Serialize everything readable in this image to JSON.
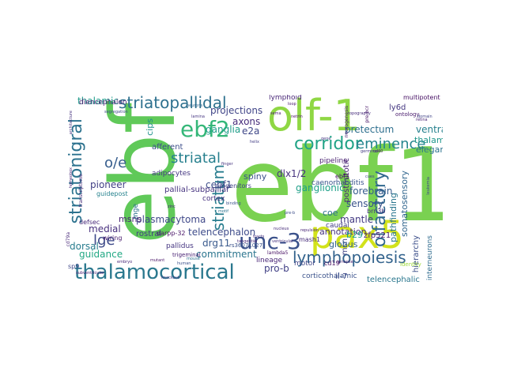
{
  "words": [
    {
      "id": "ebf1",
      "text": "ebf1",
      "color": "#7ad151",
      "vertical": false
    },
    {
      "id": "ebf",
      "text": "ebf",
      "color": "#60c959",
      "vertical": true
    },
    {
      "id": "olf-1",
      "text": "olf-1",
      "color": "#8fd744",
      "vertical": false
    },
    {
      "id": "pax5",
      "text": "pax5",
      "color": "#d2e21b",
      "vertical": false
    },
    {
      "id": "ebf2",
      "text": "ebf2",
      "color": "#35b779",
      "vertical": false
    },
    {
      "id": "thalamocortical",
      "text": "thalamocortical",
      "color": "#2a788e",
      "vertical": false
    },
    {
      "id": "striatopallidal",
      "text": "striatopallidal",
      "color": "#2d708e",
      "vertical": false
    },
    {
      "id": "unc-3",
      "text": "unc-3",
      "color": "#3b528b",
      "vertical": false
    },
    {
      "id": "lymphopoiesis",
      "text": "lymphopoiesis",
      "color": "#33638d",
      "vertical": false
    },
    {
      "id": "corridor",
      "text": "corridor",
      "color": "#20a386",
      "vertical": false
    },
    {
      "id": "eminence",
      "text": "eminence",
      "color": "#25858e",
      "vertical": false
    },
    {
      "id": "striatonigral",
      "text": "striatonigral",
      "color": "#2c728e",
      "vertical": true
    },
    {
      "id": "striatal",
      "text": "striatal",
      "color": "#27808e",
      "vertical": false
    },
    {
      "id": "o-e",
      "text": "o/e",
      "color": "#365d8d",
      "vertical": false
    },
    {
      "id": "striatum",
      "text": "striatum",
      "color": "#287d8e",
      "vertical": true
    },
    {
      "id": "olfactory",
      "text": "olfactory",
      "color": "#31688e",
      "vertical": true
    },
    {
      "id": "lge",
      "text": "lge",
      "color": "#3e4a89",
      "vertical": false
    },
    {
      "id": "projections",
      "text": "projections",
      "color": "#404588",
      "vertical": false
    },
    {
      "id": "axons",
      "text": "axons",
      "color": "#472d7b",
      "vertical": false
    },
    {
      "id": "e2a",
      "text": "e2a",
      "color": "#3f4788",
      "vertical": false
    },
    {
      "id": "ganglia",
      "text": "ganglia",
      "color": "#1f9e89",
      "vertical": false
    },
    {
      "id": "pretectum",
      "text": "pretectum",
      "color": "#2e6f8e",
      "vertical": false
    },
    {
      "id": "thalamic",
      "text": "thalamic",
      "color": "#1f9a8a",
      "vertical": false
    },
    {
      "id": "ventral",
      "text": "ventral",
      "color": "#26818e",
      "vertical": false
    },
    {
      "id": "thalamus",
      "text": "thalamus",
      "color": "#1f968b",
      "vertical": false
    },
    {
      "id": "elegans",
      "text": "elegans",
      "color": "#2c738e",
      "vertical": false
    },
    {
      "id": "spiny",
      "text": "spiny",
      "color": "#3b518b",
      "vertical": false
    },
    {
      "id": "pioneer",
      "text": "pioneer",
      "color": "#424086",
      "vertical": false
    },
    {
      "id": "cebf1",
      "text": "cebf1",
      "color": "#3d4e8a",
      "vertical": false
    },
    {
      "id": "dlx1-2",
      "text": "dlx1/2",
      "color": "#46327e",
      "vertical": false
    },
    {
      "id": "ganglionic",
      "text": "ganglionic",
      "color": "#1fa088",
      "vertical": false
    },
    {
      "id": "sensory",
      "text": "sensory",
      "color": "#3a538b",
      "vertical": false
    },
    {
      "id": "pathfinding",
      "text": "pathfinding",
      "color": "#2a768e",
      "vertical": true
    },
    {
      "id": "somatosensory",
      "text": "somatosensory",
      "color": "#31668e",
      "vertical": true
    },
    {
      "id": "forebrain",
      "text": "forebrain",
      "color": "#365c8d",
      "vertical": false
    },
    {
      "id": "mantle",
      "text": "mantle",
      "color": "#443a83",
      "vertical": false
    },
    {
      "id": "postmitotic",
      "text": "postmitotic",
      "color": "#482475",
      "vertical": true
    },
    {
      "id": "annotation",
      "text": "annotation",
      "color": "#46327e",
      "vertical": false
    },
    {
      "id": "msn",
      "text": "msn",
      "color": "#404588",
      "vertical": true
    },
    {
      "id": "coe",
      "text": "coe",
      "color": "#2d708e",
      "vertical": false
    },
    {
      "id": "b29",
      "text": "b29",
      "color": "#1fa187",
      "vertical": false
    },
    {
      "id": "zfp521",
      "text": "zfp521",
      "color": "#481d6f",
      "vertical": false
    },
    {
      "id": "ly6d",
      "text": "ly6d",
      "color": "#453781",
      "vertical": false
    },
    {
      "id": "plasmacytoma",
      "text": "plasmacytoma",
      "color": "#3f4889",
      "vertical": false
    },
    {
      "id": "medial",
      "text": "medial",
      "color": "#472f7d",
      "vertical": false
    },
    {
      "id": "msns",
      "text": "msns",
      "color": "#482374",
      "vertical": false
    },
    {
      "id": "guidance",
      "text": "guidance",
      "color": "#22a884",
      "vertical": false
    },
    {
      "id": "commitment",
      "text": "commitment",
      "color": "#2b758e",
      "vertical": false
    },
    {
      "id": "drg11",
      "text": "drg11",
      "color": "#38598c",
      "vertical": false
    },
    {
      "id": "telencephalon",
      "text": "telencephalon",
      "color": "#3e4c8a",
      "vertical": false
    },
    {
      "id": "pro-b",
      "text": "pro-b",
      "color": "#424186",
      "vertical": false
    },
    {
      "id": "globus",
      "text": "globus",
      "color": "#32648e",
      "vertical": false
    },
    {
      "id": "telencephalic",
      "text": "telencephalic",
      "color": "#2a778e",
      "vertical": false
    },
    {
      "id": "il-7",
      "text": "il-7",
      "color": "#3e4989",
      "vertical": false
    },
    {
      "id": "mge",
      "text": "mge",
      "color": "#2c728e",
      "vertical": true
    },
    {
      "id": "cips",
      "text": "cips",
      "color": "#20928c",
      "vertical": true
    },
    {
      "id": "dorsal",
      "text": "dorsal",
      "color": "#287c8e",
      "vertical": false
    },
    {
      "id": "afferent",
      "text": "afferent",
      "color": "#3d4e8a",
      "vertical": false
    },
    {
      "id": "adipocytes",
      "text": "adipocytes",
      "color": "#453882",
      "vertical": false
    },
    {
      "id": "pallial-subpallial",
      "text": "pallial-subpallial",
      "color": "#46337f",
      "vertical": false
    },
    {
      "id": "caudal",
      "text": "caudal",
      "color": "#433e85",
      "vertical": false
    },
    {
      "id": "pipeline",
      "text": "pipeline",
      "color": "#481f70",
      "vertical": false
    },
    {
      "id": "caenorhabditis",
      "text": "caenorhabditis",
      "color": "#3a548c",
      "vertical": false
    },
    {
      "id": "motor",
      "text": "motor",
      "color": "#404688",
      "vertical": false
    },
    {
      "id": "mash1",
      "text": "mash1",
      "color": "#472c7a",
      "vertical": false
    },
    {
      "id": "lineage",
      "text": "lineage",
      "color": "#482576",
      "vertical": false
    },
    {
      "id": "cd19",
      "text": "cd19",
      "color": "#471063",
      "vertical": false
    },
    {
      "id": "corticothalamic",
      "text": "corticothalamic",
      "color": "#3b528b",
      "vertical": false
    },
    {
      "id": "hierarchy",
      "text": "hierarchy",
      "color": "#3c4f8a",
      "vertical": true
    },
    {
      "id": "interneurons",
      "text": "interneurons",
      "color": "#2f6b8e",
      "vertical": true
    },
    {
      "id": "lymphoid",
      "text": "lymphoid",
      "color": "#482677",
      "vertical": false
    },
    {
      "id": "diencephalon",
      "text": "diencephalon",
      "color": "#482173",
      "vertical": false
    },
    {
      "id": "progenitors",
      "text": "progenitors",
      "color": "#414487",
      "vertical": false
    },
    {
      "id": "guidepost",
      "text": "guidepost",
      "color": "#26828e",
      "vertical": false
    },
    {
      "id": "defsec",
      "text": "defsec",
      "color": "#482979",
      "vertical": false
    },
    {
      "id": "wiring",
      "text": "wiring",
      "color": "#481b6d",
      "vertical": false
    },
    {
      "id": "rostral",
      "text": "rostral",
      "color": "#433d84",
      "vertical": false
    },
    {
      "id": "darpp-32",
      "text": "darpp-32",
      "color": "#481467",
      "vertical": false
    },
    {
      "id": "pallidus",
      "text": "pallidus",
      "color": "#453581",
      "vertical": false
    },
    {
      "id": "trigeminal",
      "text": "trigeminal",
      "color": "#482173",
      "vertical": false
    },
    {
      "id": "cortex",
      "text": "cortex",
      "color": "#46307e",
      "vertical": false
    },
    {
      "id": "sp9",
      "text": "sp9",
      "color": "#3f4788",
      "vertical": false
    },
    {
      "id": "ebf3",
      "text": "ebf3",
      "color": "#471365",
      "vertical": false
    },
    {
      "id": "identity",
      "text": "identity",
      "color": "#9fda3a",
      "vertical": false
    },
    {
      "id": "rs36071027",
      "text": "rs36071027",
      "color": "#3b528b",
      "vertical": false
    },
    {
      "id": "brn3b",
      "text": "brn3b",
      "color": "#463480",
      "vertical": false
    },
    {
      "id": "multipotent",
      "text": "multipotent",
      "color": "#471164",
      "vertical": false
    },
    {
      "id": "ontology",
      "text": "ontology",
      "color": "#481a6c",
      "vertical": false
    },
    {
      "id": "cd79a",
      "text": "cd79a",
      "color": "#482878",
      "vertical": true
    },
    {
      "id": "pre-bcr",
      "text": "pre-bcr",
      "color": "#481668",
      "vertical": true
    },
    {
      "id": "neurogenesis",
      "text": "neurogenesis",
      "color": "#481c6e",
      "vertical": true
    },
    {
      "id": "transcriptome",
      "text": "transcriptome",
      "color": "#472c7a",
      "vertical": true
    },
    {
      "id": "vertical-sm-1",
      "text": "architecture",
      "color": "#46337f",
      "vertical": true
    },
    {
      "id": "vertical-sm-2",
      "text": "homeobox",
      "color": "#482677",
      "vertical": true
    },
    {
      "id": "vertical-sm-3",
      "text": "leukemia",
      "color": "#3f4889",
      "vertical": true
    },
    {
      "id": "lambda5",
      "text": "lambda5",
      "color": "#471063",
      "vertical": false
    },
    {
      "id": "synapse",
      "text": "synapse",
      "color": "#481f70",
      "vertical": false
    },
    {
      "id": "ventricular",
      "text": "ventricular",
      "color": "#46327e",
      "vertical": false
    },
    {
      "id": "retina",
      "text": "retina",
      "color": "#482475",
      "vertical": false
    },
    {
      "id": "domain",
      "text": "domain",
      "color": "#414487",
      "vertical": false
    },
    {
      "id": "gene",
      "text": "gene",
      "color": "#453882",
      "vertical": false
    },
    {
      "id": "motif",
      "text": "motif",
      "color": "#2c728e",
      "vertical": false
    },
    {
      "id": "binding",
      "text": "binding",
      "color": "#3b528b",
      "vertical": false
    },
    {
      "id": "zinc",
      "text": "zinc",
      "color": "#482677",
      "vertical": false
    },
    {
      "id": "finger",
      "text": "finger",
      "color": "#46337f",
      "vertical": false
    },
    {
      "id": "helix",
      "text": "helix",
      "color": "#433e85",
      "vertical": false
    },
    {
      "id": "loop",
      "text": "loop",
      "color": "#481a6c",
      "vertical": false
    },
    {
      "id": "topography",
      "text": "topography",
      "color": "#472d7b",
      "vertical": false
    },
    {
      "id": "segregation",
      "text": "segregation",
      "color": "#3e4a89",
      "vertical": false
    },
    {
      "id": "lamina",
      "text": "lamina",
      "color": "#453581",
      "vertical": false
    },
    {
      "id": "neurons",
      "text": "neurons",
      "color": "#31688e",
      "vertical": false
    },
    {
      "id": "subventricular",
      "text": "subventricular",
      "color": "#482173",
      "vertical": false
    },
    {
      "id": "pre-b",
      "text": "pre-b",
      "color": "#3d4e8a",
      "vertical": false
    },
    {
      "id": "cd40",
      "text": "cd40",
      "color": "#471365",
      "vertical": false
    },
    {
      "id": "germinal",
      "text": "germinal",
      "color": "#443a83",
      "vertical": false
    },
    {
      "id": "tangential",
      "text": "tangential",
      "color": "#482878",
      "vertical": false
    },
    {
      "id": "tracts",
      "text": "tracts",
      "color": "#46307e",
      "vertical": false
    },
    {
      "id": "nucleus",
      "text": "nucleus",
      "color": "#472c7a",
      "vertical": false
    },
    {
      "id": "cues",
      "text": "cues",
      "color": "#3f4788",
      "vertical": false
    },
    {
      "id": "repulsion",
      "text": "repulsion",
      "color": "#482576",
      "vertical": false
    },
    {
      "id": "sema",
      "text": "sema",
      "color": "#481d6f",
      "vertical": false
    },
    {
      "id": "netrin",
      "text": "netrin",
      "color": "#471164",
      "vertical": false
    },
    {
      "id": "mouse",
      "text": "mouse",
      "color": "#2d708e",
      "vertical": false
    },
    {
      "id": "human",
      "text": "human",
      "color": "#3b518b",
      "vertical": false
    },
    {
      "id": "embryo",
      "text": "embryo",
      "color": "#482979",
      "vertical": false
    },
    {
      "id": "knockout",
      "text": "knockout",
      "color": "#443983",
      "vertical": false
    },
    {
      "id": "mutant",
      "text": "mutant",
      "color": "#481467",
      "vertical": false
    }
  ]
}
